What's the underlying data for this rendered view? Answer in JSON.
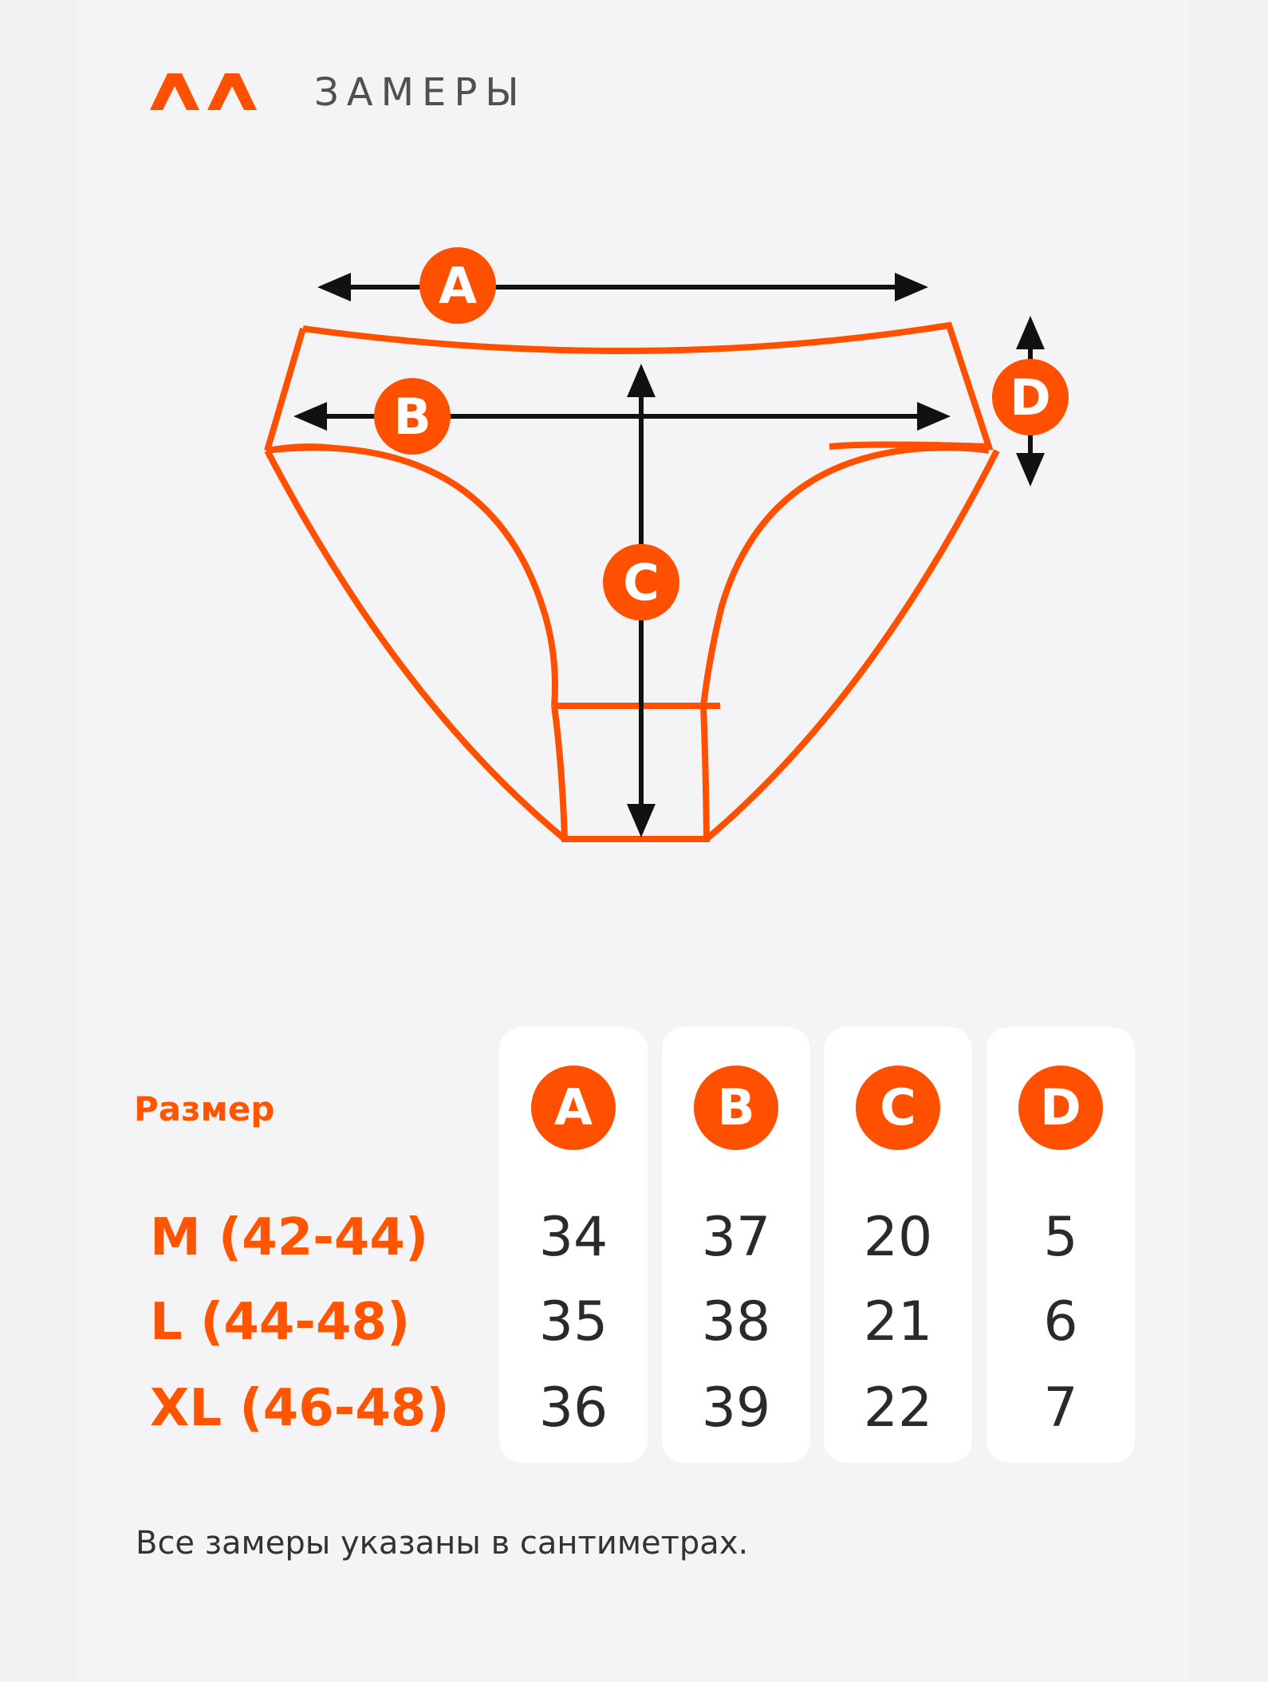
{
  "header": {
    "title": "ЗАМЕРЫ"
  },
  "colors": {
    "accent": "#ff5000",
    "text": "#2a2a2a",
    "background": "#f4f4f6",
    "card": "#ffffff"
  },
  "diagram": {
    "labels": {
      "a": "A",
      "b": "B",
      "c": "C",
      "d": "D"
    }
  },
  "table": {
    "size_label": "Размер",
    "columns": [
      {
        "key": "A",
        "values": [
          "34",
          "35",
          "36"
        ]
      },
      {
        "key": "B",
        "values": [
          "37",
          "38",
          "39"
        ]
      },
      {
        "key": "C",
        "values": [
          "20",
          "21",
          "22"
        ]
      },
      {
        "key": "D",
        "values": [
          "5",
          "6",
          "7"
        ]
      }
    ],
    "rows": [
      {
        "label": "M (42-44)"
      },
      {
        "label": "L (44-48)"
      },
      {
        "label": "XL (46-48)"
      }
    ]
  },
  "footnote": "Все замеры указаны в сантиметрах."
}
